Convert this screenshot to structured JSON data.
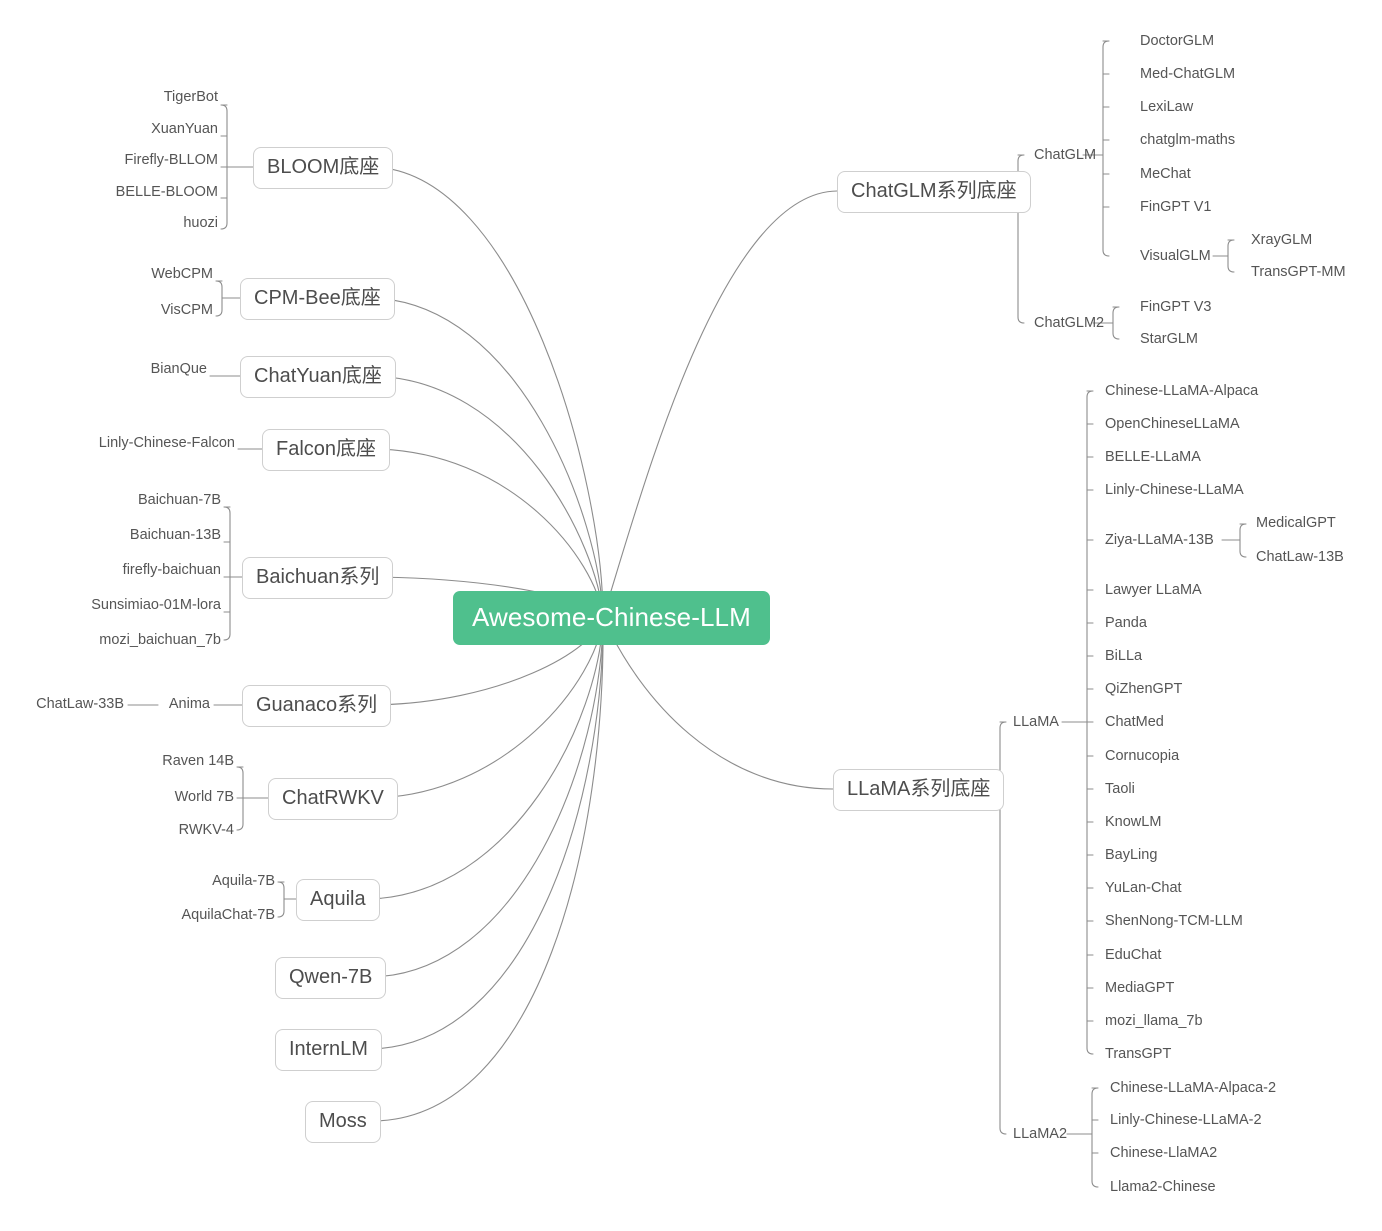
{
  "title": "Awesome-Chinese-LLM",
  "colors": {
    "root_fill": "#4FC08D",
    "root_text": "#ffffff",
    "box_border": "#cfcfcf",
    "box_text": "#4d4d4d",
    "leaf_text": "#555555",
    "wire": "#8c8c8c",
    "background": "#ffffff"
  },
  "root": {
    "label": "Awesome-Chinese-LLM"
  },
  "left_branches": [
    {
      "label": "BLOOM底座",
      "children": [
        "TigerBot",
        "XuanYuan",
        "Firefly-BLLOM",
        "BELLE-BLOOM",
        "huozi"
      ]
    },
    {
      "label": "CPM-Bee底座",
      "children": [
        "WebCPM",
        "VisCPM"
      ]
    },
    {
      "label": "ChatYuan底座",
      "children": [
        "BianQue"
      ]
    },
    {
      "label": "Falcon底座",
      "children": [
        "Linly-Chinese-Falcon"
      ]
    },
    {
      "label": "Baichuan系列",
      "children": [
        "Baichuan-7B",
        "Baichuan-13B",
        "firefly-baichuan",
        "Sunsimiao-01M-lora",
        "mozi_baichuan_7b"
      ]
    },
    {
      "label": "Guanaco系列",
      "children": [
        "Anima"
      ],
      "grandchildren": [
        "ChatLaw-33B"
      ]
    },
    {
      "label": "ChatRWKV",
      "children": [
        "Raven 14B",
        "World 7B",
        "RWKV-4"
      ]
    },
    {
      "label": "Aquila",
      "children": [
        "Aquila-7B",
        "AquilaChat-7B"
      ]
    },
    {
      "label": "Qwen-7B",
      "children": []
    },
    {
      "label": "InternLM",
      "children": []
    },
    {
      "label": "Moss",
      "children": []
    }
  ],
  "right_branches": [
    {
      "label": "ChatGLM系列底座",
      "groups": [
        {
          "label": "ChatGLM",
          "children": [
            "DoctorGLM",
            "Med-ChatGLM",
            "LexiLaw",
            "chatglm-maths",
            "MeChat",
            "FinGPT V1",
            "VisualGLM"
          ],
          "sub": {
            "parent": "VisualGLM",
            "children": [
              "XrayGLM",
              "TransGPT-MM"
            ]
          }
        },
        {
          "label": "ChatGLM2",
          "children": [
            "FinGPT V3",
            "StarGLM"
          ]
        }
      ]
    },
    {
      "label": "LLaMA系列底座",
      "groups": [
        {
          "label": "LLaMA",
          "children": [
            "Chinese-LLaMA-Alpaca",
            "OpenChineseLLaMA",
            "BELLE-LLaMA",
            "Linly-Chinese-LLaMA",
            "Ziya-LLaMA-13B",
            "Lawyer LLaMA",
            "Panda",
            "BiLLa",
            "QiZhenGPT",
            "ChatMed",
            "Cornucopia",
            "Taoli",
            "KnowLM",
            "BayLing",
            "YuLan-Chat",
            "ShenNong-TCM-LLM",
            "EduChat",
            "MediaGPT",
            "mozi_llama_7b",
            "TransGPT"
          ],
          "sub": {
            "parent": "Ziya-LLaMA-13B",
            "children": [
              "MedicalGPT",
              "ChatLaw-13B"
            ]
          }
        },
        {
          "label": "LLaMA2",
          "children": [
            "Chinese-LLaMA-Alpaca-2",
            "Linly-Chinese-LLaMA-2",
            "Chinese-LlaMA2",
            "Llama2-Chinese"
          ]
        }
      ]
    }
  ]
}
